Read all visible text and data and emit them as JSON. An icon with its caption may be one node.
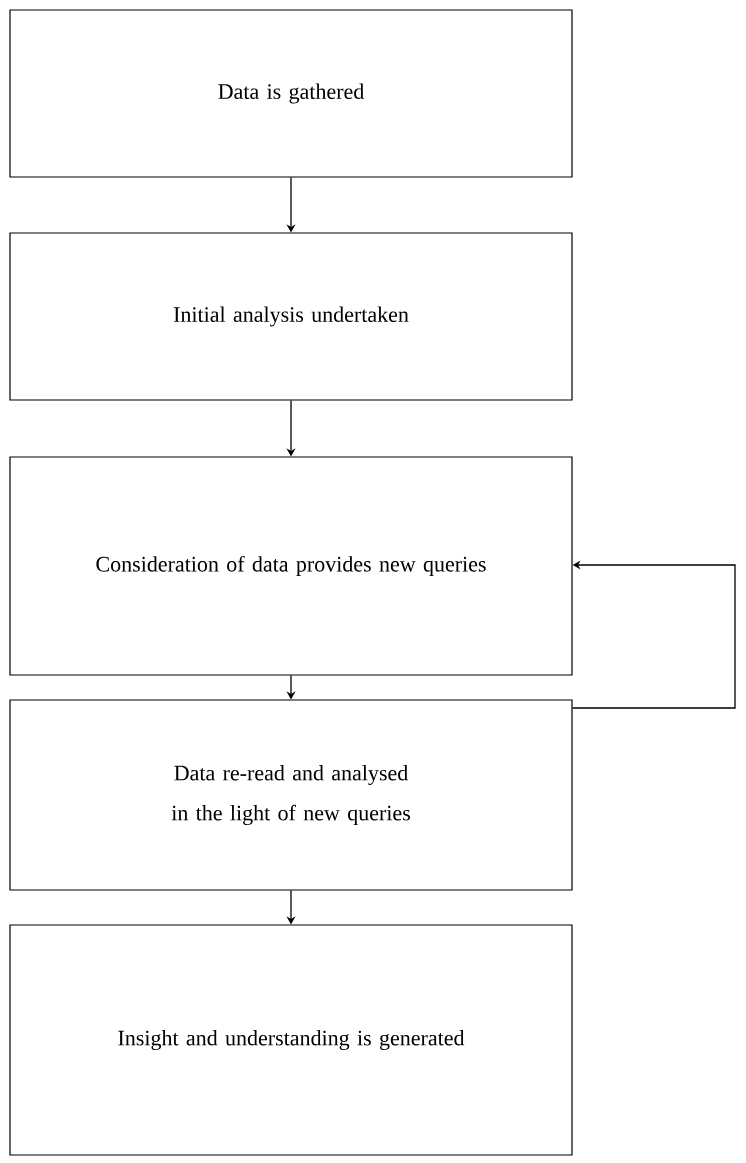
{
  "diagram": {
    "nodes": [
      {
        "text": [
          "Data is gathered"
        ]
      },
      {
        "text": [
          "Initial analysis undertaken"
        ]
      },
      {
        "text": [
          "Consideration of data provides new queries"
        ]
      },
      {
        "text": [
          "Data re-read and analysed in the light of new queries"
        ]
      },
      {
        "text": [
          "Insight and understanding is generated"
        ]
      }
    ],
    "edges": [
      {
        "from": 0,
        "to": 1,
        "arrow": "to"
      },
      {
        "from": 1,
        "to": 2,
        "arrow": "to"
      },
      {
        "from": 2,
        "to": 3,
        "arrow": "to"
      },
      {
        "from": 3,
        "to": 4,
        "arrow": "to"
      },
      {
        "from": 3,
        "to": 2,
        "arrow": "to"
      }
    ]
  }
}
